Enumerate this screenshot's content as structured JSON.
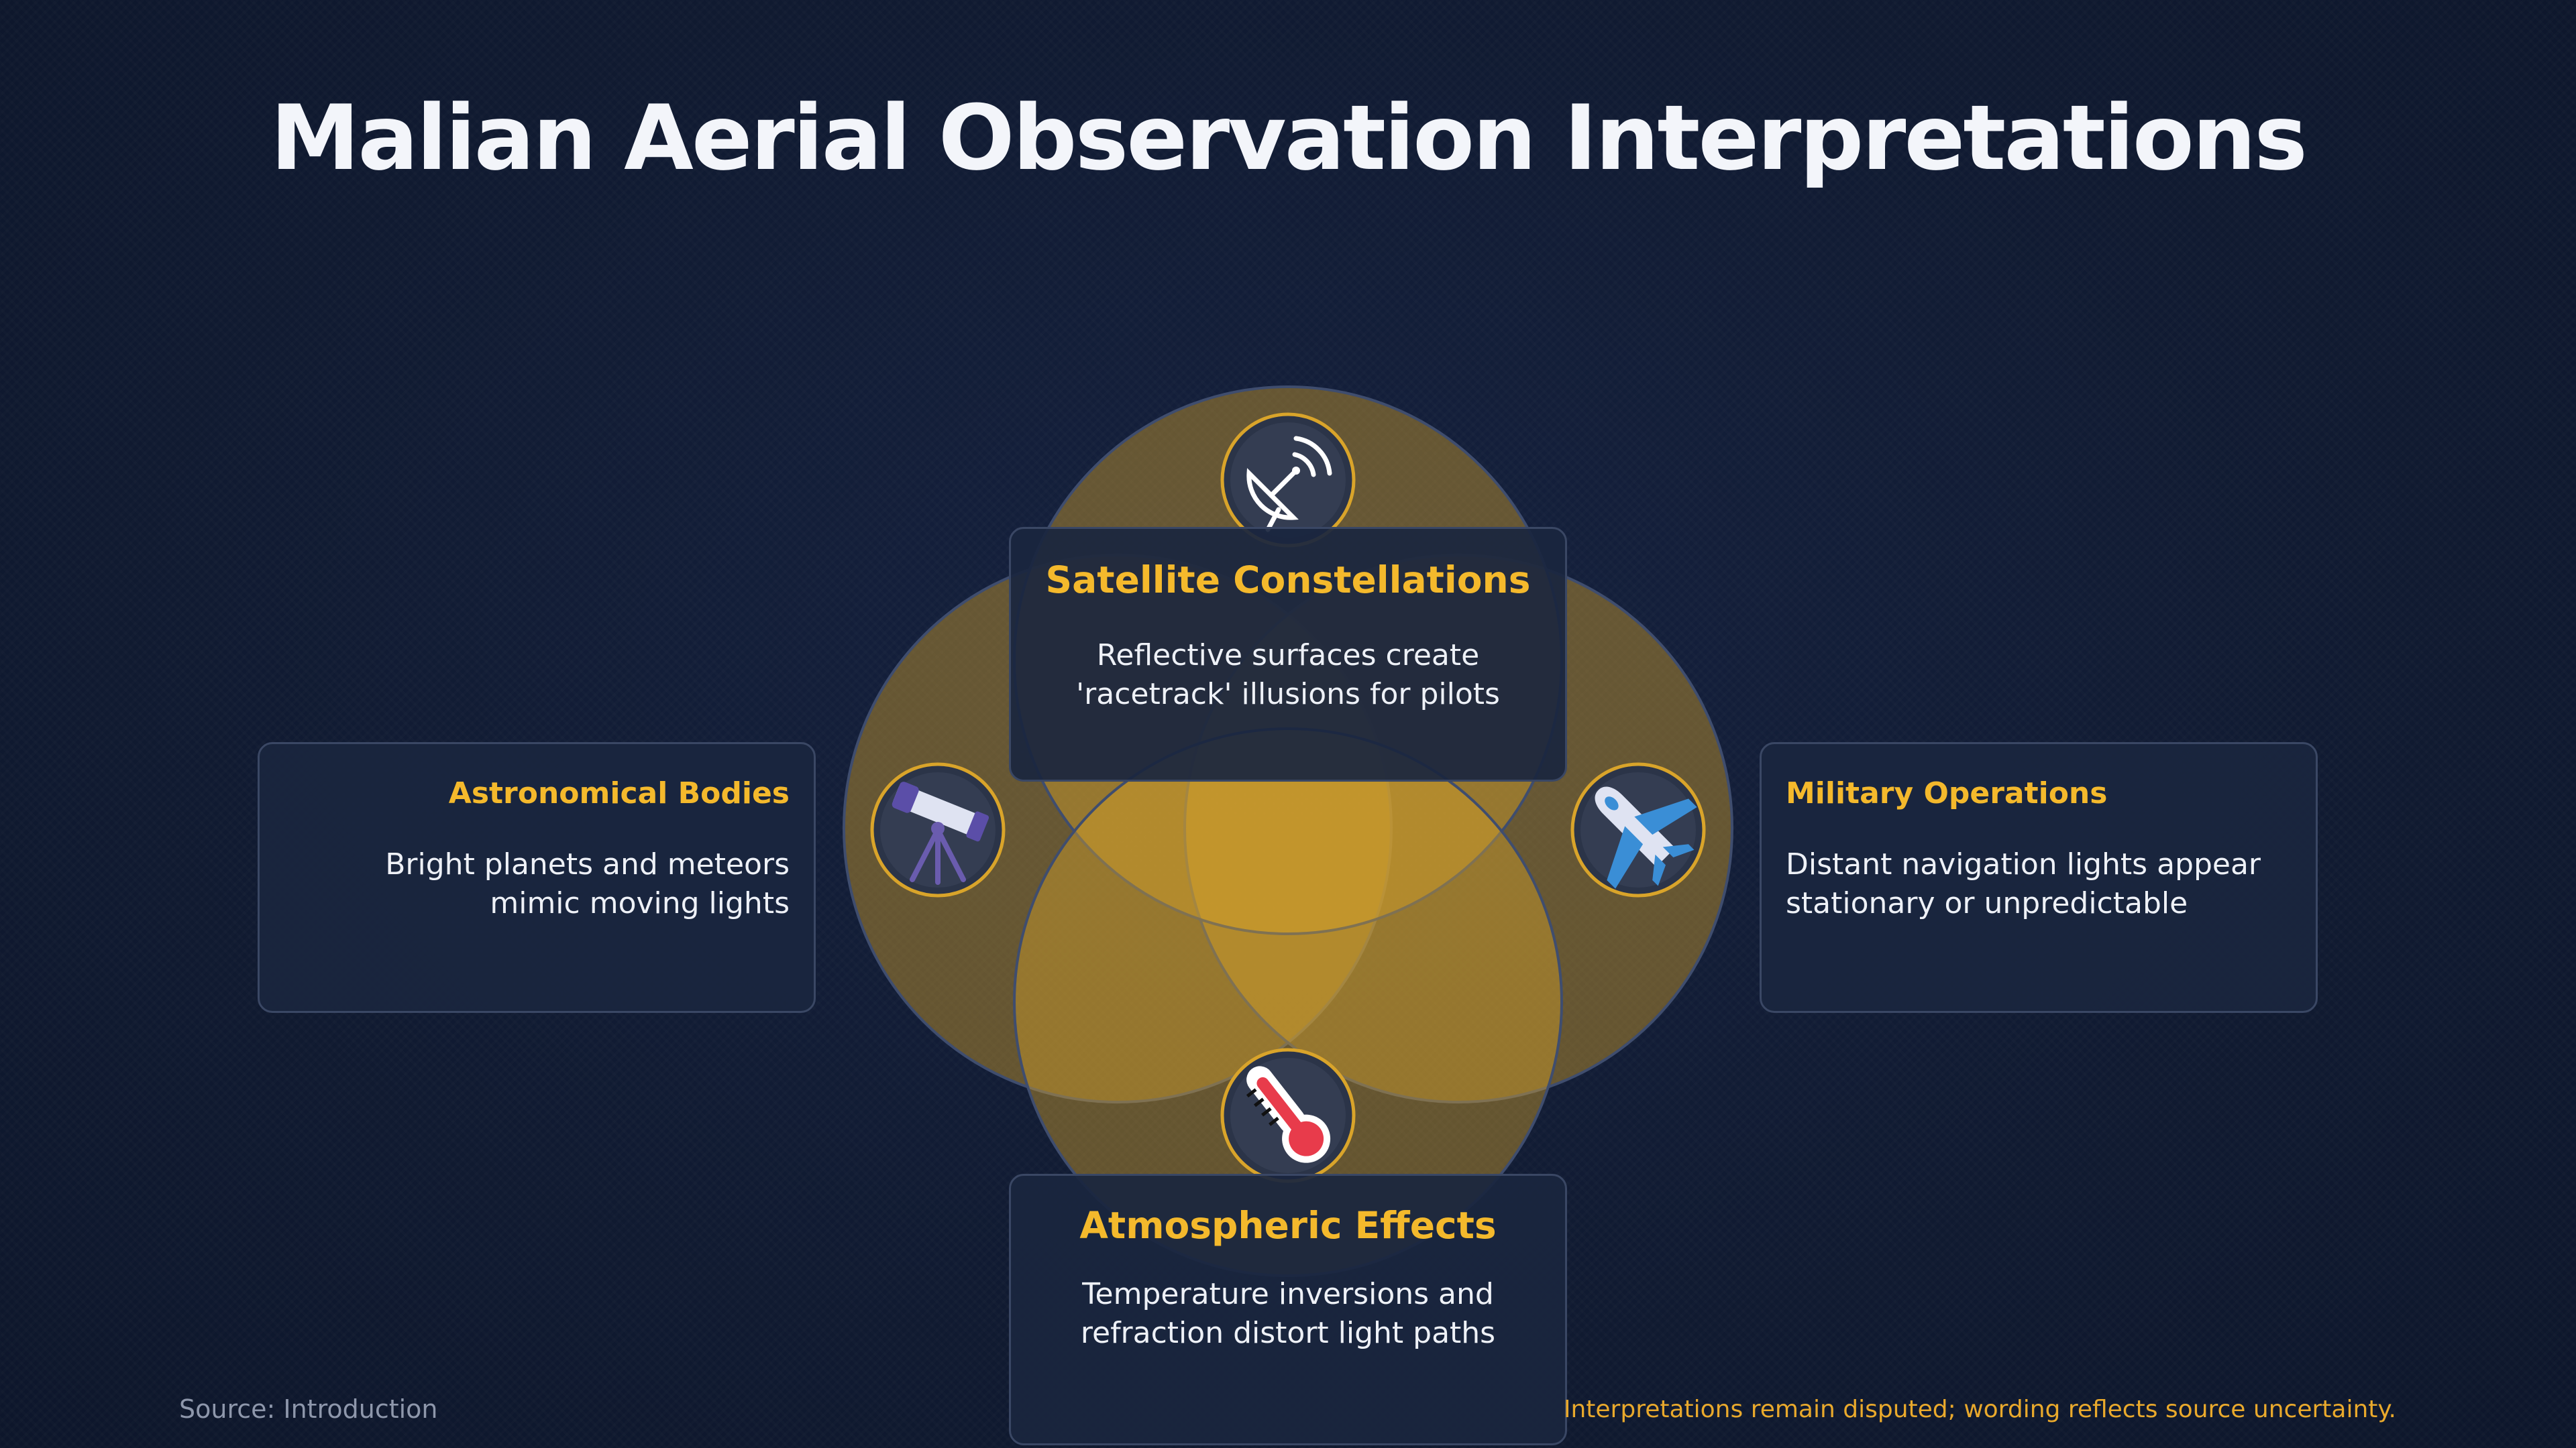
{
  "title": "Malian Aerial Observation Interpretations",
  "colors": {
    "accent": "#f4b92c",
    "circle_fill": "#d9a42a",
    "background": "#111b33",
    "card_bg": "#1a263e",
    "footer_note": "#e9a92c"
  },
  "sets": {
    "top": {
      "title": "Satellite Constellations",
      "description": "Reflective surfaces create 'racetrack' illusions for pilots",
      "icon": "satellite-dish-icon"
    },
    "left": {
      "title": "Astronomical Bodies",
      "description": "Bright planets and meteors mimic moving lights",
      "icon": "telescope-icon"
    },
    "right": {
      "title": "Military Operations",
      "description": "Distant navigation lights appear stationary or unpredictable",
      "icon": "airplane-icon"
    },
    "bottom": {
      "title": "Atmospheric Effects",
      "description": "Temperature inversions and refraction distort light paths",
      "icon": "thermometer-icon"
    }
  },
  "footer": {
    "source": "Source: Introduction",
    "note": "Interpretations remain disputed; wording reflects source uncertainty."
  }
}
